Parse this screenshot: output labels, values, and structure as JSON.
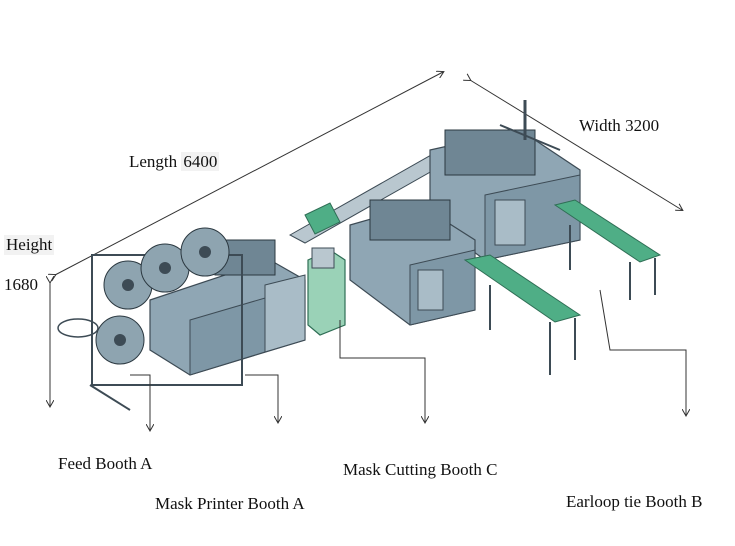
{
  "dimensions": {
    "length_label": "Length",
    "length_value": "6400",
    "width_label": "Width",
    "width_value": "3200",
    "height_label": "Height",
    "height_value": "1680"
  },
  "stations": {
    "feed": "Feed Booth A",
    "printer": "Mask Printer Booth A",
    "cutting": "Mask Cutting Booth C",
    "earloop": "Earloop tie Booth B"
  },
  "colors": {
    "machine_body": "#8fa6b4",
    "machine_dark": "#3d4b55",
    "conveyor_green": "#4fae86",
    "roll": "#8ea4b0",
    "line": "#222222"
  }
}
